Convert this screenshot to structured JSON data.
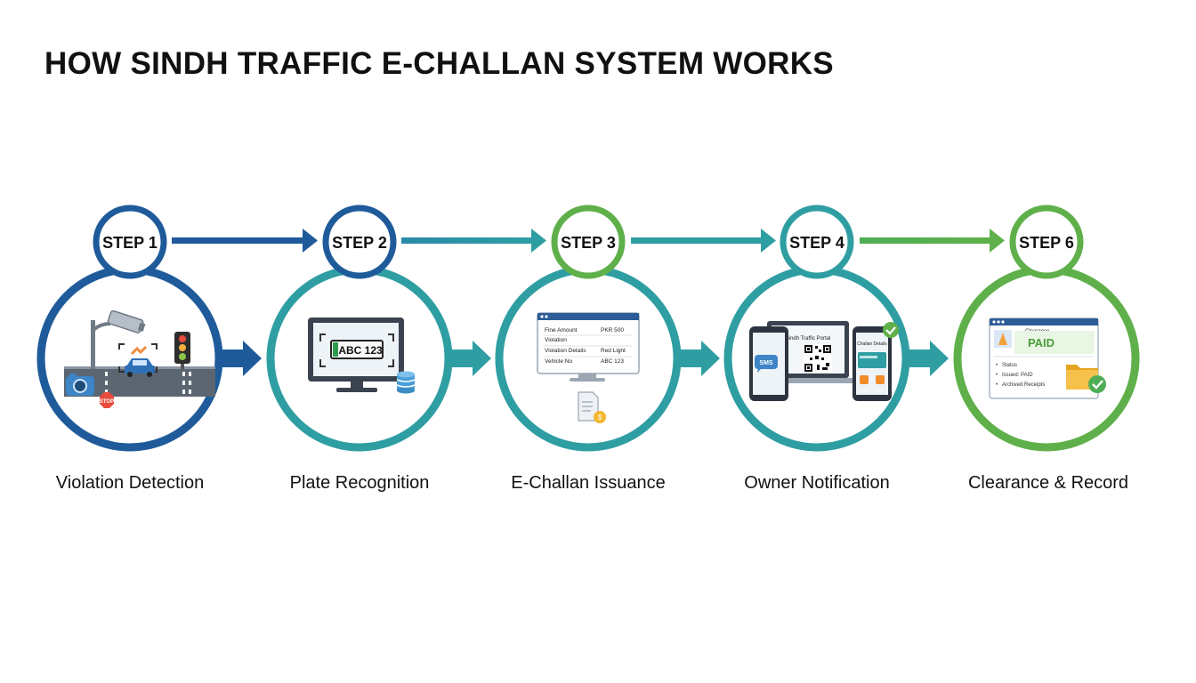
{
  "title": "HOW SINDH TRAFFIC E-CHALLAN SYSTEM WORKS",
  "colors": {
    "blue": "#1f5b9a",
    "teal": "#2f9ea3",
    "green": "#5fb04a",
    "text": "#111111"
  },
  "steps": [
    {
      "badge": "STEP 1",
      "label": "Violation Detection",
      "icon": "traffic-camera-scene-icon",
      "stop_sign": "STOP"
    },
    {
      "badge": "STEP 2",
      "label": "Plate Recognition",
      "icon": "monitor-plate-icon",
      "plate": "ABC 123"
    },
    {
      "badge": "STEP 3",
      "label": "E-Challan Issuance",
      "icon": "challan-form-icon",
      "form_rows": [
        [
          "Fine Amount",
          "PKR 500"
        ],
        [
          "Violation",
          ""
        ],
        [
          "Violation Details",
          "Red Light"
        ],
        [
          "Vehicle No",
          "ABC 123"
        ]
      ]
    },
    {
      "badge": "STEP 4",
      "label": "Owner Notification",
      "icon": "devices-notification-icon",
      "sms": "SMS",
      "portal": "Sindh Traffic Portal",
      "app": "Challan Details"
    },
    {
      "badge": "STEP 6",
      "label": "Clearance & Record",
      "icon": "paid-record-icon",
      "header": "Clearance",
      "status": "PAID",
      "items": [
        "Status",
        "Issued: PAID",
        "Archived Receipts"
      ]
    }
  ]
}
